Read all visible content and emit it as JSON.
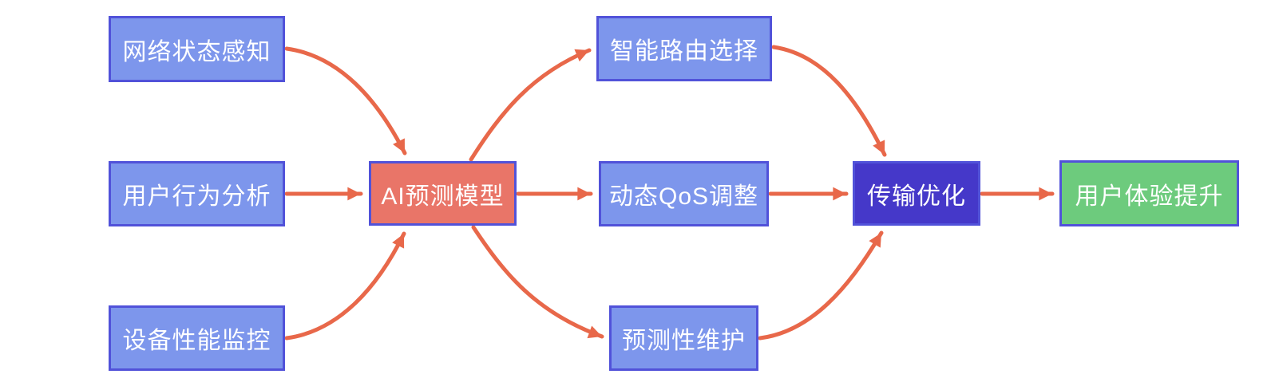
{
  "diagram": {
    "type": "flowchart",
    "direction": "left-to-right",
    "colors": {
      "edge": "#e8684a",
      "node_fill_blue": "#7d96ec",
      "node_fill_red": "#e97568",
      "node_fill_indigo": "#4538c9",
      "node_fill_green": "#6dcb7d",
      "node_border": "#5152d9",
      "node_text": "#ffffff",
      "background": "#ffffff"
    },
    "nodes": [
      {
        "id": "network-status-sensing",
        "label": "网络状态感知",
        "fill": "blue"
      },
      {
        "id": "user-behavior-analysis",
        "label": "用户行为分析",
        "fill": "blue"
      },
      {
        "id": "device-performance-monitoring",
        "label": "设备性能监控",
        "fill": "blue"
      },
      {
        "id": "ai-prediction-model",
        "label": "AI预测模型",
        "fill": "red"
      },
      {
        "id": "intelligent-route-selection",
        "label": "智能路由选择",
        "fill": "blue"
      },
      {
        "id": "dynamic-qos-adjustment",
        "label": "动态QoS调整",
        "fill": "blue"
      },
      {
        "id": "predictive-maintenance",
        "label": "预测性维护",
        "fill": "blue"
      },
      {
        "id": "transmission-optimization",
        "label": "传输优化",
        "fill": "indigo"
      },
      {
        "id": "user-experience-improvement",
        "label": "用户体验提升",
        "fill": "green"
      }
    ],
    "edges": [
      {
        "from": "network-status-sensing",
        "to": "ai-prediction-model"
      },
      {
        "from": "user-behavior-analysis",
        "to": "ai-prediction-model"
      },
      {
        "from": "device-performance-monitoring",
        "to": "ai-prediction-model"
      },
      {
        "from": "ai-prediction-model",
        "to": "intelligent-route-selection"
      },
      {
        "from": "ai-prediction-model",
        "to": "dynamic-qos-adjustment"
      },
      {
        "from": "ai-prediction-model",
        "to": "predictive-maintenance"
      },
      {
        "from": "intelligent-route-selection",
        "to": "transmission-optimization"
      },
      {
        "from": "dynamic-qos-adjustment",
        "to": "transmission-optimization"
      },
      {
        "from": "predictive-maintenance",
        "to": "transmission-optimization"
      },
      {
        "from": "transmission-optimization",
        "to": "user-experience-improvement"
      }
    ]
  }
}
